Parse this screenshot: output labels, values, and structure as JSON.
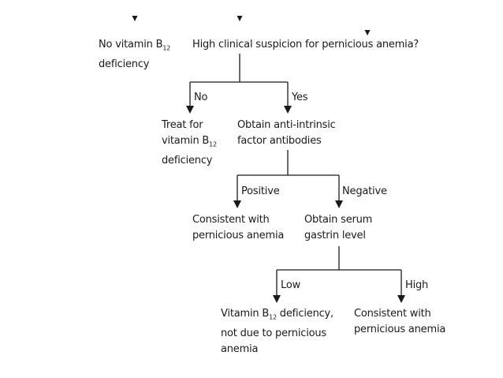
{
  "nodes": {
    "no_b12": {
      "lines": [
        "No vitamin B",
        "deficiency"
      ],
      "sub": "12"
    },
    "suspicion": {
      "text": "High clinical suspicion for pernicious anemia?"
    },
    "treat": {
      "line1": "Treat for",
      "line2a": "vitamin B",
      "line2sub": "12",
      "line3": "deficiency"
    },
    "antibodies": {
      "line1": "Obtain anti-intrinsic",
      "line2": "factor antibodies"
    },
    "consistent_1": {
      "line1": "Consistent with",
      "line2": "pernicious anemia"
    },
    "gastrin": {
      "line1": "Obtain serum",
      "line2": "gastrin level"
    },
    "not_due": {
      "line1a": "Vitamin B",
      "line1sub": "12",
      "line1b": " deficiency,",
      "line2": "not due to pernicious",
      "line3": "anemia"
    },
    "consistent_2": {
      "line1": "Consistent with",
      "line2": "pernicious anemia"
    }
  },
  "edges": {
    "no": "No",
    "yes": "Yes",
    "positive": "Positive",
    "negative": "Negative",
    "low": "Low",
    "high": "High"
  },
  "colors": {
    "line": "#1a1a1a",
    "text": "#1a1a1a",
    "background": "#ffffff"
  }
}
